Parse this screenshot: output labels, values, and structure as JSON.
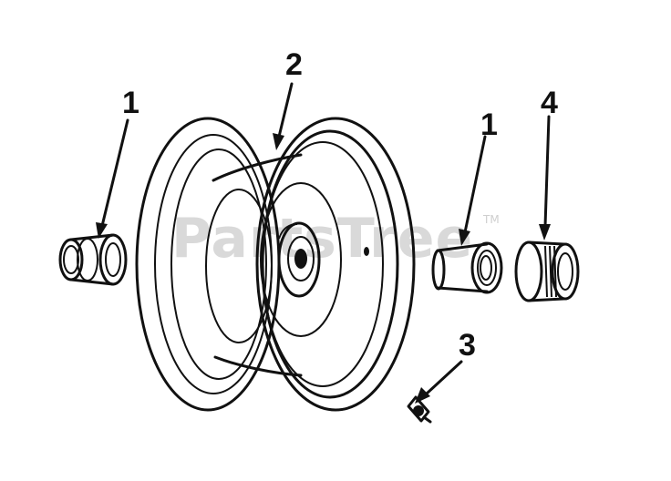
{
  "diagram": {
    "watermark": "PartsTree",
    "watermark_tm": "TM",
    "callouts": {
      "bushing_left": "1",
      "wheel": "2",
      "grease_fitting": "3",
      "bushing_right": "1",
      "bearing": "4"
    },
    "colors": {
      "line": "#111111",
      "watermark": "#d9d9d9",
      "background": "#ffffff"
    }
  }
}
